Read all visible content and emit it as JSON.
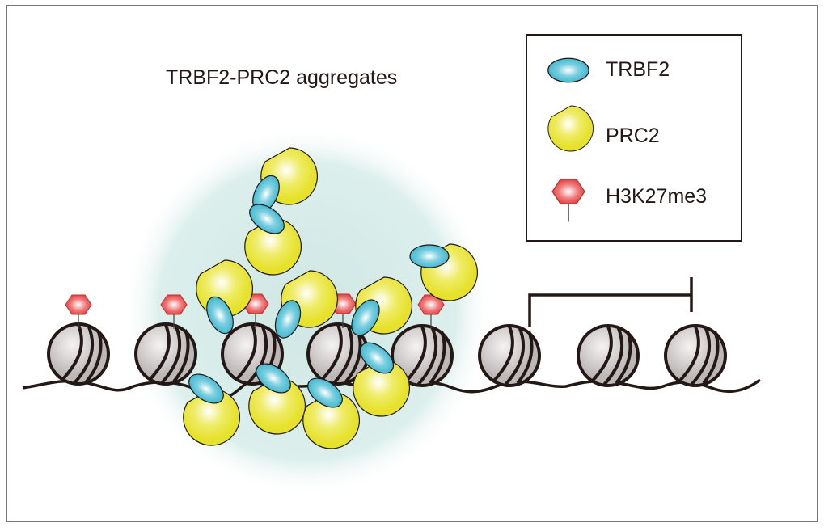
{
  "title": "TRBF2-PRC2 aggregates",
  "legend": {
    "items": [
      {
        "label": "TRBF2",
        "icon": "blue-ellipse"
      },
      {
        "label": "PRC2",
        "icon": "yellow-pacman"
      },
      {
        "label": "H3K27me3",
        "icon": "red-hexagon-pin"
      }
    ]
  },
  "colors": {
    "trbf2": "#4bbcd2",
    "prc2": "#e8e632",
    "h3k27me3": "#e85a5a",
    "halo": "#d5ebe8",
    "nucleosome": "#d8d4d4"
  }
}
